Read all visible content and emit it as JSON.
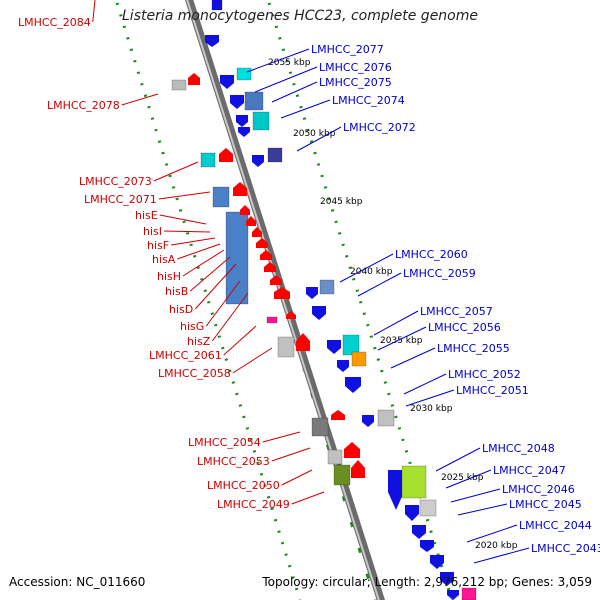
{
  "header": {
    "title": "Listeria monocytogenes HCC23, complete genome"
  },
  "footer": {
    "accession": "Accession: NC_011660",
    "summary": "Topology: circular; Length: 2,976,212 bp; Genes: 3,059"
  },
  "colors": {
    "forward_label": "#0000cc",
    "reverse_label": "#cc0000",
    "backbone": "#888888",
    "cds_forward": "#1010e0",
    "cds_reverse": "#ff0000",
    "gc_skew": "#1a8a1a"
  },
  "scale_ticks": [
    "2055 kbp",
    "2050 kbp",
    "2045 kbp",
    "2040 kbp",
    "2035 kbp",
    "2030 kbp",
    "2025 kbp",
    "2020 kbp"
  ],
  "forward_labels": [
    "LMHCC_2077",
    "LMHCC_2076",
    "LMHCC_2075",
    "LMHCC_2074",
    "LMHCC_2072",
    "LMHCC_2060",
    "LMHCC_2059",
    "LMHCC_2057",
    "LMHCC_2056",
    "LMHCC_2055",
    "LMHCC_2052",
    "LMHCC_2051",
    "LMHCC_2048",
    "LMHCC_2047",
    "LMHCC_2046",
    "LMHCC_2045",
    "LMHCC_2044",
    "LMHCC_2043"
  ],
  "reverse_labels": [
    "LMHCC_2084",
    "LMHCC_2078",
    "LMHCC_2073",
    "LMHCC_2071",
    "hisE",
    "hisI",
    "hisF",
    "hisA",
    "hisH",
    "hisB",
    "hisD",
    "hisG",
    "hisZ",
    "LMHCC_2061",
    "LMHCC_2058",
    "LMHCC_2054",
    "LMHCC_2053",
    "LMHCC_2050",
    "LMHCC_2049"
  ]
}
